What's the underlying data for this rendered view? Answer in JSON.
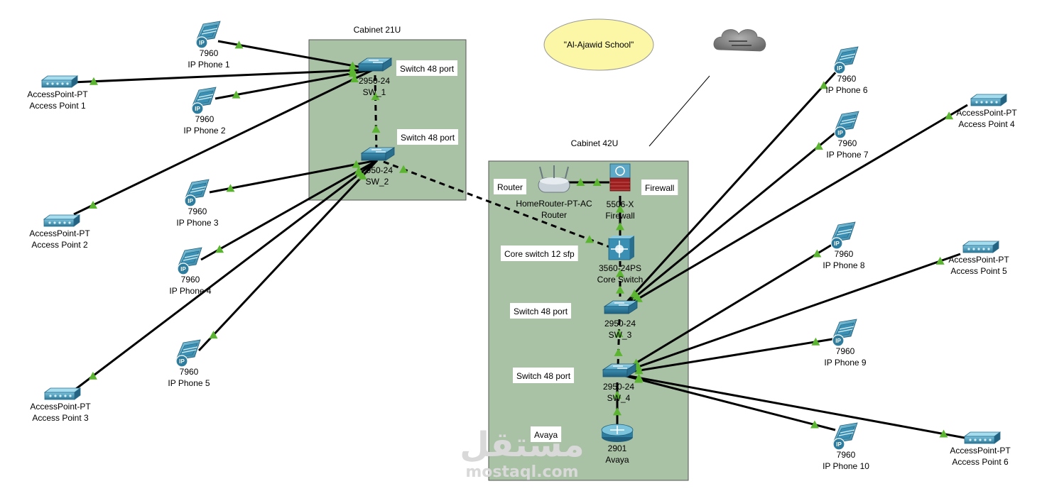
{
  "cabinets": [
    {
      "id": "c21",
      "title": "Cabinet 21U"
    },
    {
      "id": "c42",
      "title": "Cabinet 42U"
    }
  ],
  "notes": [
    {
      "id": "n1",
      "text": "Switch 48 port"
    },
    {
      "id": "n2",
      "text": "Switch 48 port"
    },
    {
      "id": "n3",
      "text": "Router"
    },
    {
      "id": "n4",
      "text": "Firewall"
    },
    {
      "id": "n5",
      "text": "Core switch 12 sfp"
    },
    {
      "id": "n6",
      "text": "Switch 48 port"
    },
    {
      "id": "n7",
      "text": "Switch 48 port"
    },
    {
      "id": "n8",
      "text": "Avaya"
    }
  ],
  "title_bubble": "\"Al-Ajawid School\"",
  "devices": [
    {
      "id": "sw1",
      "type": "switch",
      "model": "2950-24",
      "name": "SW_1"
    },
    {
      "id": "sw2",
      "type": "switch",
      "model": "2950-24",
      "name": "SW_2"
    },
    {
      "id": "router",
      "type": "homerouter",
      "model": "HomeRouter-PT-AC",
      "name": "Router"
    },
    {
      "id": "fw",
      "type": "firewall",
      "model": "5506-X",
      "name": "Firewall"
    },
    {
      "id": "core",
      "type": "l3switch",
      "model": "3560-24PS",
      "name": "Core Switch"
    },
    {
      "id": "sw3",
      "type": "switch",
      "model": "2950-24",
      "name": "SW_3"
    },
    {
      "id": "sw4",
      "type": "switch",
      "model": "2950-24",
      "name": "SW_4"
    },
    {
      "id": "avaya",
      "type": "router",
      "model": "2901",
      "name": "Avaya"
    },
    {
      "id": "p1",
      "type": "phone",
      "model": "7960",
      "name": "IP Phone 1"
    },
    {
      "id": "p2",
      "type": "phone",
      "model": "7960",
      "name": "IP Phone 2"
    },
    {
      "id": "p3",
      "type": "phone",
      "model": "7960",
      "name": "IP Phone 3"
    },
    {
      "id": "p4",
      "type": "phone",
      "model": "7960",
      "name": "IP Phone 4"
    },
    {
      "id": "p5",
      "type": "phone",
      "model": "7960",
      "name": "IP Phone 5"
    },
    {
      "id": "p6",
      "type": "phone",
      "model": "7960",
      "name": "IP Phone 6"
    },
    {
      "id": "p7",
      "type": "phone",
      "model": "7960",
      "name": "IP Phone 7"
    },
    {
      "id": "p8",
      "type": "phone",
      "model": "7960",
      "name": "IP Phone 8"
    },
    {
      "id": "p9",
      "type": "phone",
      "model": "7960",
      "name": "IP Phone 9"
    },
    {
      "id": "p10",
      "type": "phone",
      "model": "7960",
      "name": "IP Phone 10"
    },
    {
      "id": "ap1",
      "type": "ap",
      "model": "AccessPoint-PT",
      "name": "Access Point 1"
    },
    {
      "id": "ap2",
      "type": "ap",
      "model": "AccessPoint-PT",
      "name": "Access Point 2"
    },
    {
      "id": "ap3",
      "type": "ap",
      "model": "AccessPoint-PT",
      "name": "Access Point 3"
    },
    {
      "id": "ap4",
      "type": "ap",
      "model": "AccessPoint-PT",
      "name": "Access Point 4"
    },
    {
      "id": "ap5",
      "type": "ap",
      "model": "AccessPoint-PT",
      "name": "Access Point 5"
    },
    {
      "id": "ap6",
      "type": "ap",
      "model": "AccessPoint-PT",
      "name": "Access Point 6"
    },
    {
      "id": "cloud",
      "type": "cloud",
      "model": "",
      "name": ""
    }
  ],
  "links": [
    {
      "from": "p1",
      "to": "sw1",
      "style": "solid"
    },
    {
      "from": "ap1",
      "to": "sw1",
      "style": "solid"
    },
    {
      "from": "p2",
      "to": "sw1",
      "style": "solid"
    },
    {
      "from": "ap2",
      "to": "sw1",
      "style": "solid"
    },
    {
      "from": "sw1",
      "to": "sw2",
      "style": "dashed"
    },
    {
      "from": "p3",
      "to": "sw2",
      "style": "solid"
    },
    {
      "from": "p4",
      "to": "sw2",
      "style": "solid"
    },
    {
      "from": "p5",
      "to": "sw2",
      "style": "solid"
    },
    {
      "from": "ap3",
      "to": "sw2",
      "style": "solid"
    },
    {
      "from": "sw2",
      "to": "core",
      "style": "dashed"
    },
    {
      "from": "router",
      "to": "fw",
      "style": "solid"
    },
    {
      "from": "fw",
      "to": "core",
      "style": "solid"
    },
    {
      "from": "core",
      "to": "sw3",
      "style": "dashed"
    },
    {
      "from": "sw3",
      "to": "sw4",
      "style": "dashed"
    },
    {
      "from": "sw4",
      "to": "avaya",
      "style": "solid"
    },
    {
      "from": "p6",
      "to": "sw3",
      "style": "solid"
    },
    {
      "from": "p7",
      "to": "sw3",
      "style": "solid"
    },
    {
      "from": "ap4",
      "to": "sw3",
      "style": "solid"
    },
    {
      "from": "p8",
      "to": "sw4",
      "style": "solid"
    },
    {
      "from": "ap5",
      "to": "sw4",
      "style": "solid"
    },
    {
      "from": "p9",
      "to": "sw4",
      "style": "solid"
    },
    {
      "from": "p10",
      "to": "sw4",
      "style": "solid"
    },
    {
      "from": "ap6",
      "to": "sw4",
      "style": "solid"
    }
  ],
  "watermark": {
    "arabic": "مستقل",
    "latin": "mostaql.com"
  },
  "colors": {
    "cabinet_fill": "#a9c1a4",
    "cabinet_border": "#555555",
    "link": "#000000",
    "link_up": "#5bb531",
    "device_blue": "#4a9fc0",
    "firewall_red": "#9c1f1f",
    "bubble_fill": "#fbf7a6"
  }
}
